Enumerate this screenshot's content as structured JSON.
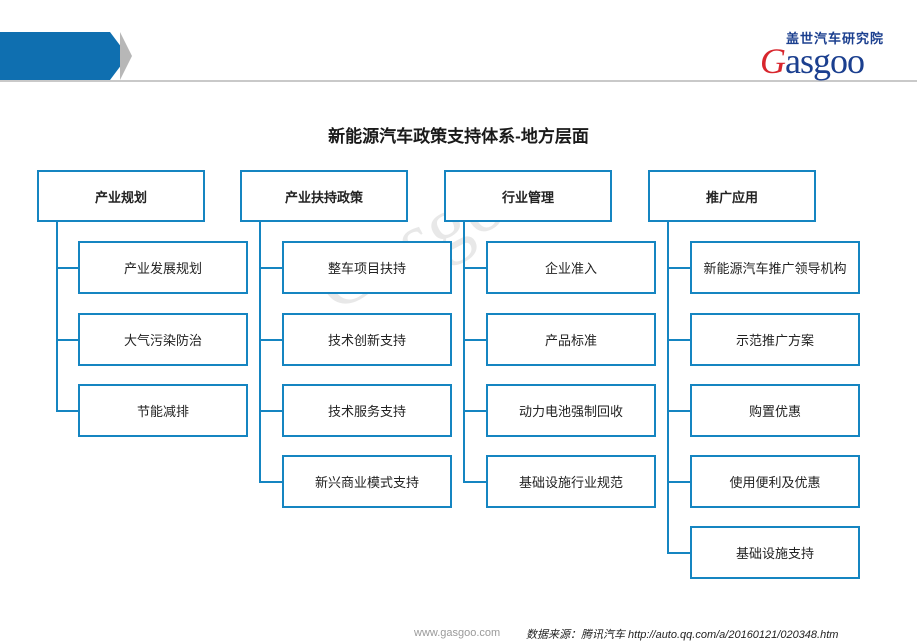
{
  "header": {
    "logo_cn": "盖世汽车研究院",
    "logo_en_first": "G",
    "logo_en_rest": "asgoo"
  },
  "title": "新能源汽车政策支持体系-地方层面",
  "columns": [
    {
      "label": "产业规划",
      "items": [
        "产业发展规划",
        "大气污染防治",
        "节能减排"
      ]
    },
    {
      "label": "产业扶持政策",
      "items": [
        "整车项目扶持",
        "技术创新支持",
        "技术服务支持",
        "新兴商业模式支持"
      ]
    },
    {
      "label": "行业管理",
      "items": [
        "企业准入",
        "产品标准",
        "动力电池强制回收",
        "基础设施行业规范"
      ]
    },
    {
      "label": "推广应用",
      "items": [
        "新能源汽车推广领导机构",
        "示范推广方案",
        "购置优惠",
        "使用便利及优惠",
        "基础设施支持"
      ]
    }
  ],
  "watermark": "Gasgoo",
  "footer": {
    "site": "www.gasgoo.com",
    "source": "数据来源：腾讯汽车  http://auto.qq.com/a/20160121/020348.htm"
  }
}
